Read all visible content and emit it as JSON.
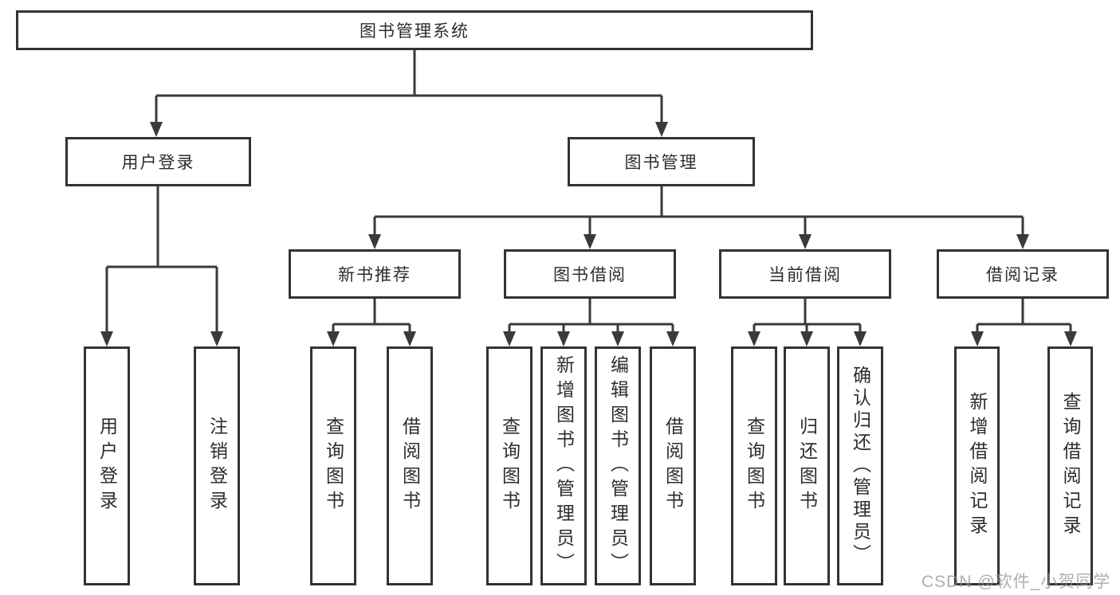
{
  "diagram": {
    "root": {
      "label": "图书管理系统"
    },
    "level2": [
      {
        "label": "用户登录"
      },
      {
        "label": "图书管理"
      }
    ],
    "level3": [
      {
        "label": "新书推荐"
      },
      {
        "label": "图书借阅"
      },
      {
        "label": "当前借阅"
      },
      {
        "label": "借阅记录"
      }
    ],
    "leaves": [
      {
        "label": "用户登录"
      },
      {
        "label": "注销登录"
      },
      {
        "label": "查询图书"
      },
      {
        "label": "借阅图书"
      },
      {
        "label": "查询图书"
      },
      {
        "label": "新增图书（管理员）"
      },
      {
        "label": "编辑图书（管理员）"
      },
      {
        "label": "借阅图书"
      },
      {
        "label": "查询图书"
      },
      {
        "label": "归还图书"
      },
      {
        "label": "确认归还（管理员）"
      },
      {
        "label": "新增借阅记录"
      },
      {
        "label": "查询借阅记录"
      }
    ]
  },
  "watermark": {
    "text": "CSDN @软件_小贺同学"
  },
  "colors": {
    "line": "#3a3a3a",
    "box_border": "#333333",
    "box_fill": "#ffffff",
    "text": "#2d2d2d",
    "watermark": "#8d949b"
  }
}
